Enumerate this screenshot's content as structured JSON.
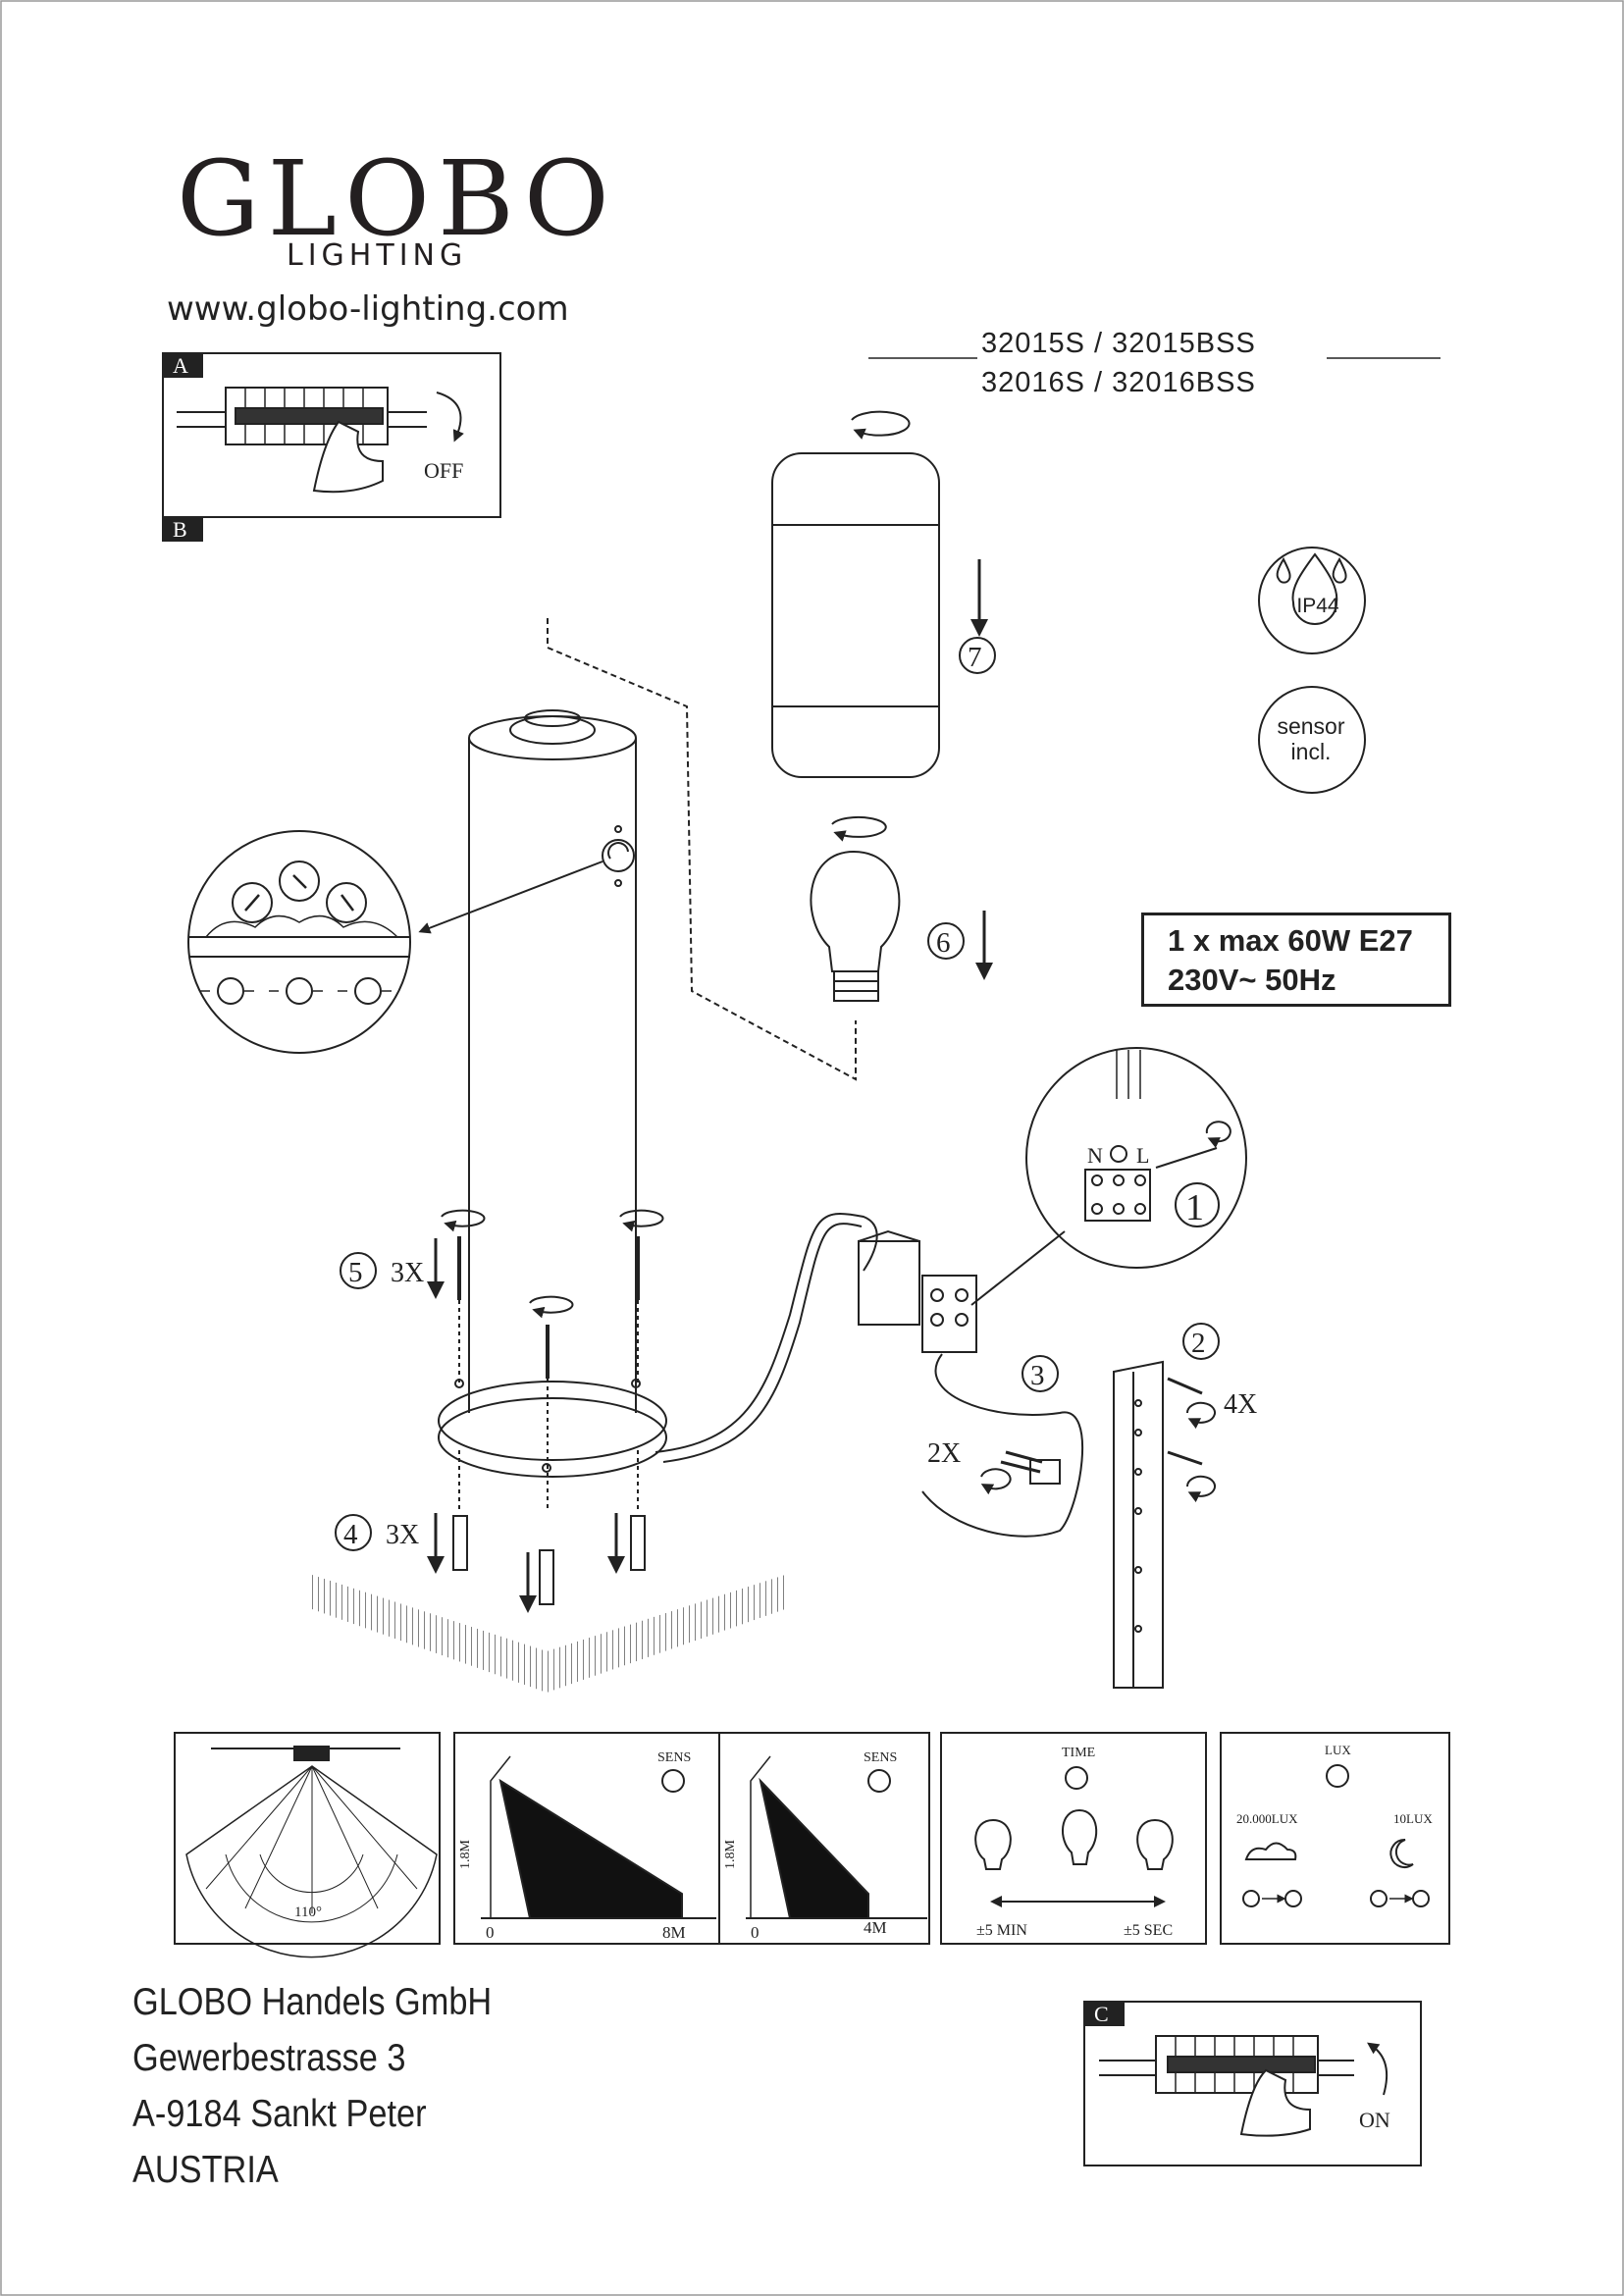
{
  "brand": {
    "name": "GLOBO",
    "subline": "LIGHTING",
    "website": "www.globo-lighting.com"
  },
  "models": [
    "32015S / 32015BSS",
    "32016S / 32016BSS"
  ],
  "ratings": {
    "ip": "IP44",
    "sensor": [
      "sensor",
      "incl."
    ],
    "power": [
      "1 x max 60W E27",
      "230V~ 50Hz"
    ]
  },
  "panels": {
    "a_label": "A",
    "b_label": "B",
    "c_label": "C",
    "off": "OFF",
    "on": "ON"
  },
  "steps": {
    "s1": "1",
    "s2": "2",
    "s3": "3",
    "s4": "4",
    "s5": "5",
    "s6": "6",
    "s7": "7",
    "qty_4x": "4X",
    "qty_2x": "2X",
    "qty_3x_a": "3X",
    "qty_3x_b": "3X"
  },
  "terminal": {
    "n": "N",
    "l": "L"
  },
  "sensor_panels": {
    "angle": "110°",
    "sens": "SENS",
    "height": "1.8M",
    "zero_a": "0",
    "range_a": "8M",
    "zero_b": "0",
    "range_b": "4M",
    "time": "TIME",
    "time_min": "±5 MIN",
    "time_max": "±5 SEC",
    "lux": "LUX",
    "lux_high": "20.000LUX",
    "lux_low": "10LUX"
  },
  "address": [
    "GLOBO Handels GmbH",
    "Gewerbestrasse 3",
    "A-9184 Sankt Peter",
    "AUSTRIA"
  ]
}
